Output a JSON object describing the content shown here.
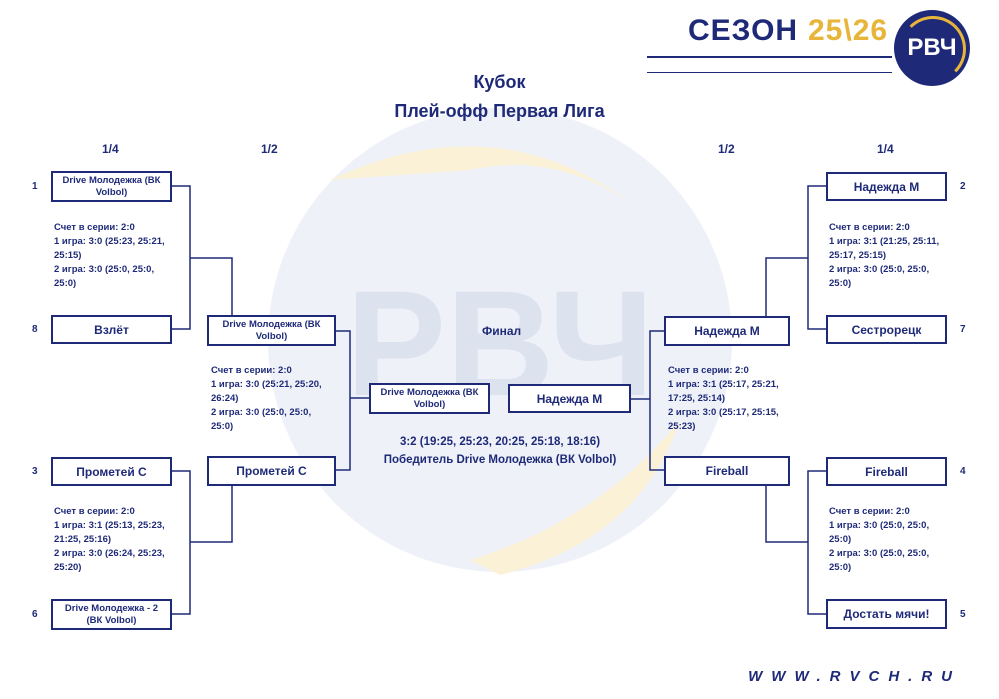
{
  "header": {
    "season_label": "СЕЗОН",
    "season_value": "25\\26",
    "logo_text": "РВЧ",
    "website": "WWW.RVCH.RU"
  },
  "watermark_text": "РВЧ",
  "title": {
    "line1": "Кубок",
    "line2": "Плей-офф Первая Лига"
  },
  "rounds": {
    "left_qf": "1/4",
    "left_sf": "1/2",
    "right_sf": "1/2",
    "right_qf": "1/4",
    "final": "Финал"
  },
  "left_qf": {
    "top": {
      "team1": {
        "seed": "1",
        "name": "Drive Молодежка (ВК Volbol)"
      },
      "team2": {
        "seed": "8",
        "name": "Взлёт"
      },
      "info": [
        "Счет в серии: 2:0",
        "1 игра: 3:0 (25:23, 25:21,",
        "25:15)",
        "2 игра: 3:0 (25:0, 25:0,",
        "25:0)"
      ]
    },
    "bottom": {
      "team1": {
        "seed": "3",
        "name": "Прометей С"
      },
      "team2": {
        "seed": "6",
        "name": "Drive Молодежка - 2 (ВК Volbol)"
      },
      "info": [
        "Счет в серии: 2:0",
        "1 игра: 3:1 (25:13, 25:23,",
        "21:25, 25:16)",
        "2 игра: 3:0 (26:24, 25:23,",
        "25:20)"
      ]
    }
  },
  "left_sf": {
    "team1": "Drive Молодежка (ВК Volbol)",
    "team2": "Прометей С",
    "info": [
      "Счет в серии: 2:0",
      "1 игра: 3:0 (25:21, 25:20,",
      "26:24)",
      "2 игра: 3:0 (25:0, 25:0,",
      "25:0)"
    ]
  },
  "right_qf": {
    "top": {
      "team1": {
        "seed": "2",
        "name": "Надежда М"
      },
      "team2": {
        "seed": "7",
        "name": "Сестрорецк"
      },
      "info": [
        "Счет в серии: 2:0",
        "1 игра: 3:1 (21:25, 25:11,",
        "25:17, 25:15)",
        "2 игра: 3:0 (25:0, 25:0,",
        "25:0)"
      ]
    },
    "bottom": {
      "team1": {
        "seed": "4",
        "name": "Fireball"
      },
      "team2": {
        "seed": "5",
        "name": "Достать мячи!"
      },
      "info": [
        "Счет в серии: 2:0",
        "1 игра: 3:0 (25:0, 25:0,",
        "25:0)",
        "2 игра: 3:0 (25:0, 25:0,",
        "25:0)"
      ]
    }
  },
  "right_sf": {
    "team1": "Надежда М",
    "team2": "Fireball",
    "info": [
      "Счет в серии: 2:0",
      "1 игра: 3:1 (25:17, 25:21,",
      "17:25, 25:14)",
      "2 игра: 3:0 (25:17,  25:15,",
      "25:23)"
    ]
  },
  "final": {
    "team_left": "Drive Молодежка (ВК Volbol)",
    "team_right": "Надежда М",
    "score": "3:2 (19:25, 25:23, 20:25, 25:18, 18:16)",
    "winner": "Победитель Drive Молодежка (ВК Volbol)"
  },
  "colors": {
    "navy": "#1e2a78",
    "gold": "#e7b53a",
    "watermark": "#dde2ef"
  }
}
